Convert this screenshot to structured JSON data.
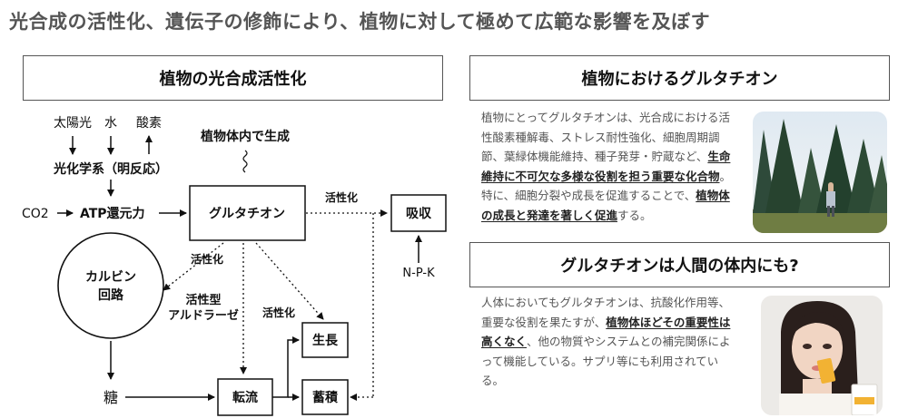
{
  "headline": "光合成の活性化、遺伝子の修飾により、植物に対して極めて広範な影響を及ぼす",
  "left_section": {
    "title": "植物の光合成活性化",
    "diagram": {
      "inputs": [
        "太陽光",
        "水",
        "酸素"
      ],
      "photochem": "光化学系（明反応）",
      "co2": "CO2",
      "atp": "ATP還元力",
      "in_body": "植物体内で生成",
      "glutathione": "グルタチオン",
      "activation": "活性化",
      "absorb": "吸収",
      "npk": "N-P-K",
      "calvin_line1": "カルビン",
      "calvin_line2": "回路",
      "aldolase_line1": "活性型",
      "aldolase_line2": "アルドラーゼ",
      "sugar": "糖",
      "transport": "転流",
      "growth": "生長",
      "storage": "蓄積"
    }
  },
  "right_top": {
    "title": "植物におけるグルタチオン",
    "paragraph": [
      {
        "t": "植物にとってグルタチオンは、光合成における活性酸素種解毒、ストレス耐性強化、細胞周期調節、葉緑体機能維持、種子発芽・貯蔵など、",
        "em": false
      },
      {
        "t": "生命維持に不可欠な多様な役割を担う重要な化合物",
        "em": true
      },
      {
        "t": "。特に、細胞分裂や成長を促進することで、",
        "em": false
      },
      {
        "t": "植物体の成長と発達を著しく促進",
        "em": true
      },
      {
        "t": "する。",
        "em": false
      }
    ]
  },
  "right_bottom": {
    "title": "グルタチオンは人間の体内にも?",
    "paragraph": [
      {
        "t": "人体においてもグルタチオンは、抗酸化作用等、重要な役割を果たすが、",
        "em": false
      },
      {
        "t": "植物体ほどその重要性は高くなく",
        "em": true
      },
      {
        "t": "、他の物質やシステムとの補完関係によって機能している。サプリ等にも利用されている。",
        "em": false
      }
    ]
  },
  "colors": {
    "headline": "#555555",
    "box_border": "#555555",
    "body_text": "#555555"
  }
}
